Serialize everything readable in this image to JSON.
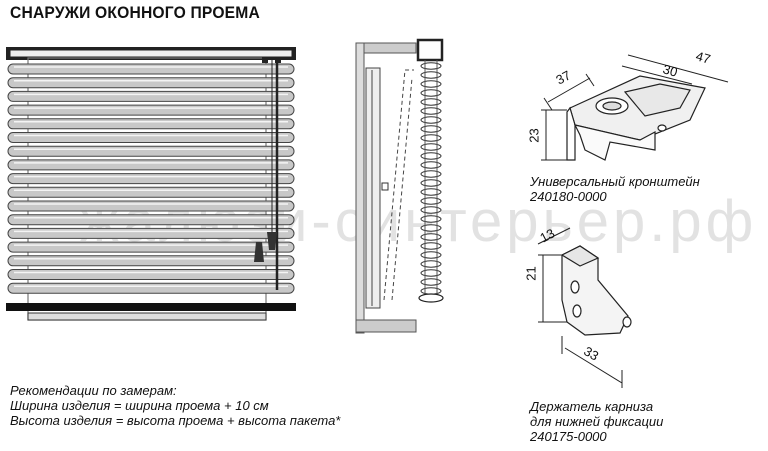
{
  "header": {
    "title": "СНАРУЖИ ОКОННОГО ПРОЕМА"
  },
  "watermark": {
    "text": "жалюзи-синтерьер.рф"
  },
  "recommendations": {
    "heading": "Рекомендации по замерам:",
    "width_rule": "Ширина изделия = ширина проема + 10 см",
    "height_rule": "Высота изделия = высота проема + высота пакета*"
  },
  "bracket": {
    "caption": "Универсальный кронштейн",
    "code": "240180-0000",
    "dim_37": "37",
    "dim_30": "30",
    "dim_47": "47",
    "dim_23": "23"
  },
  "holder": {
    "caption_line1": "Держатель карниза",
    "caption_line2": "для нижней фиксации",
    "code": "240175-0000",
    "dim_13": "13",
    "dim_21": "21",
    "dim_33": "33"
  },
  "colors": {
    "slat_fill": "#c8c8c8",
    "slat_stroke": "#444444",
    "frame": "#222222",
    "watermark": "#e2e2e2"
  }
}
